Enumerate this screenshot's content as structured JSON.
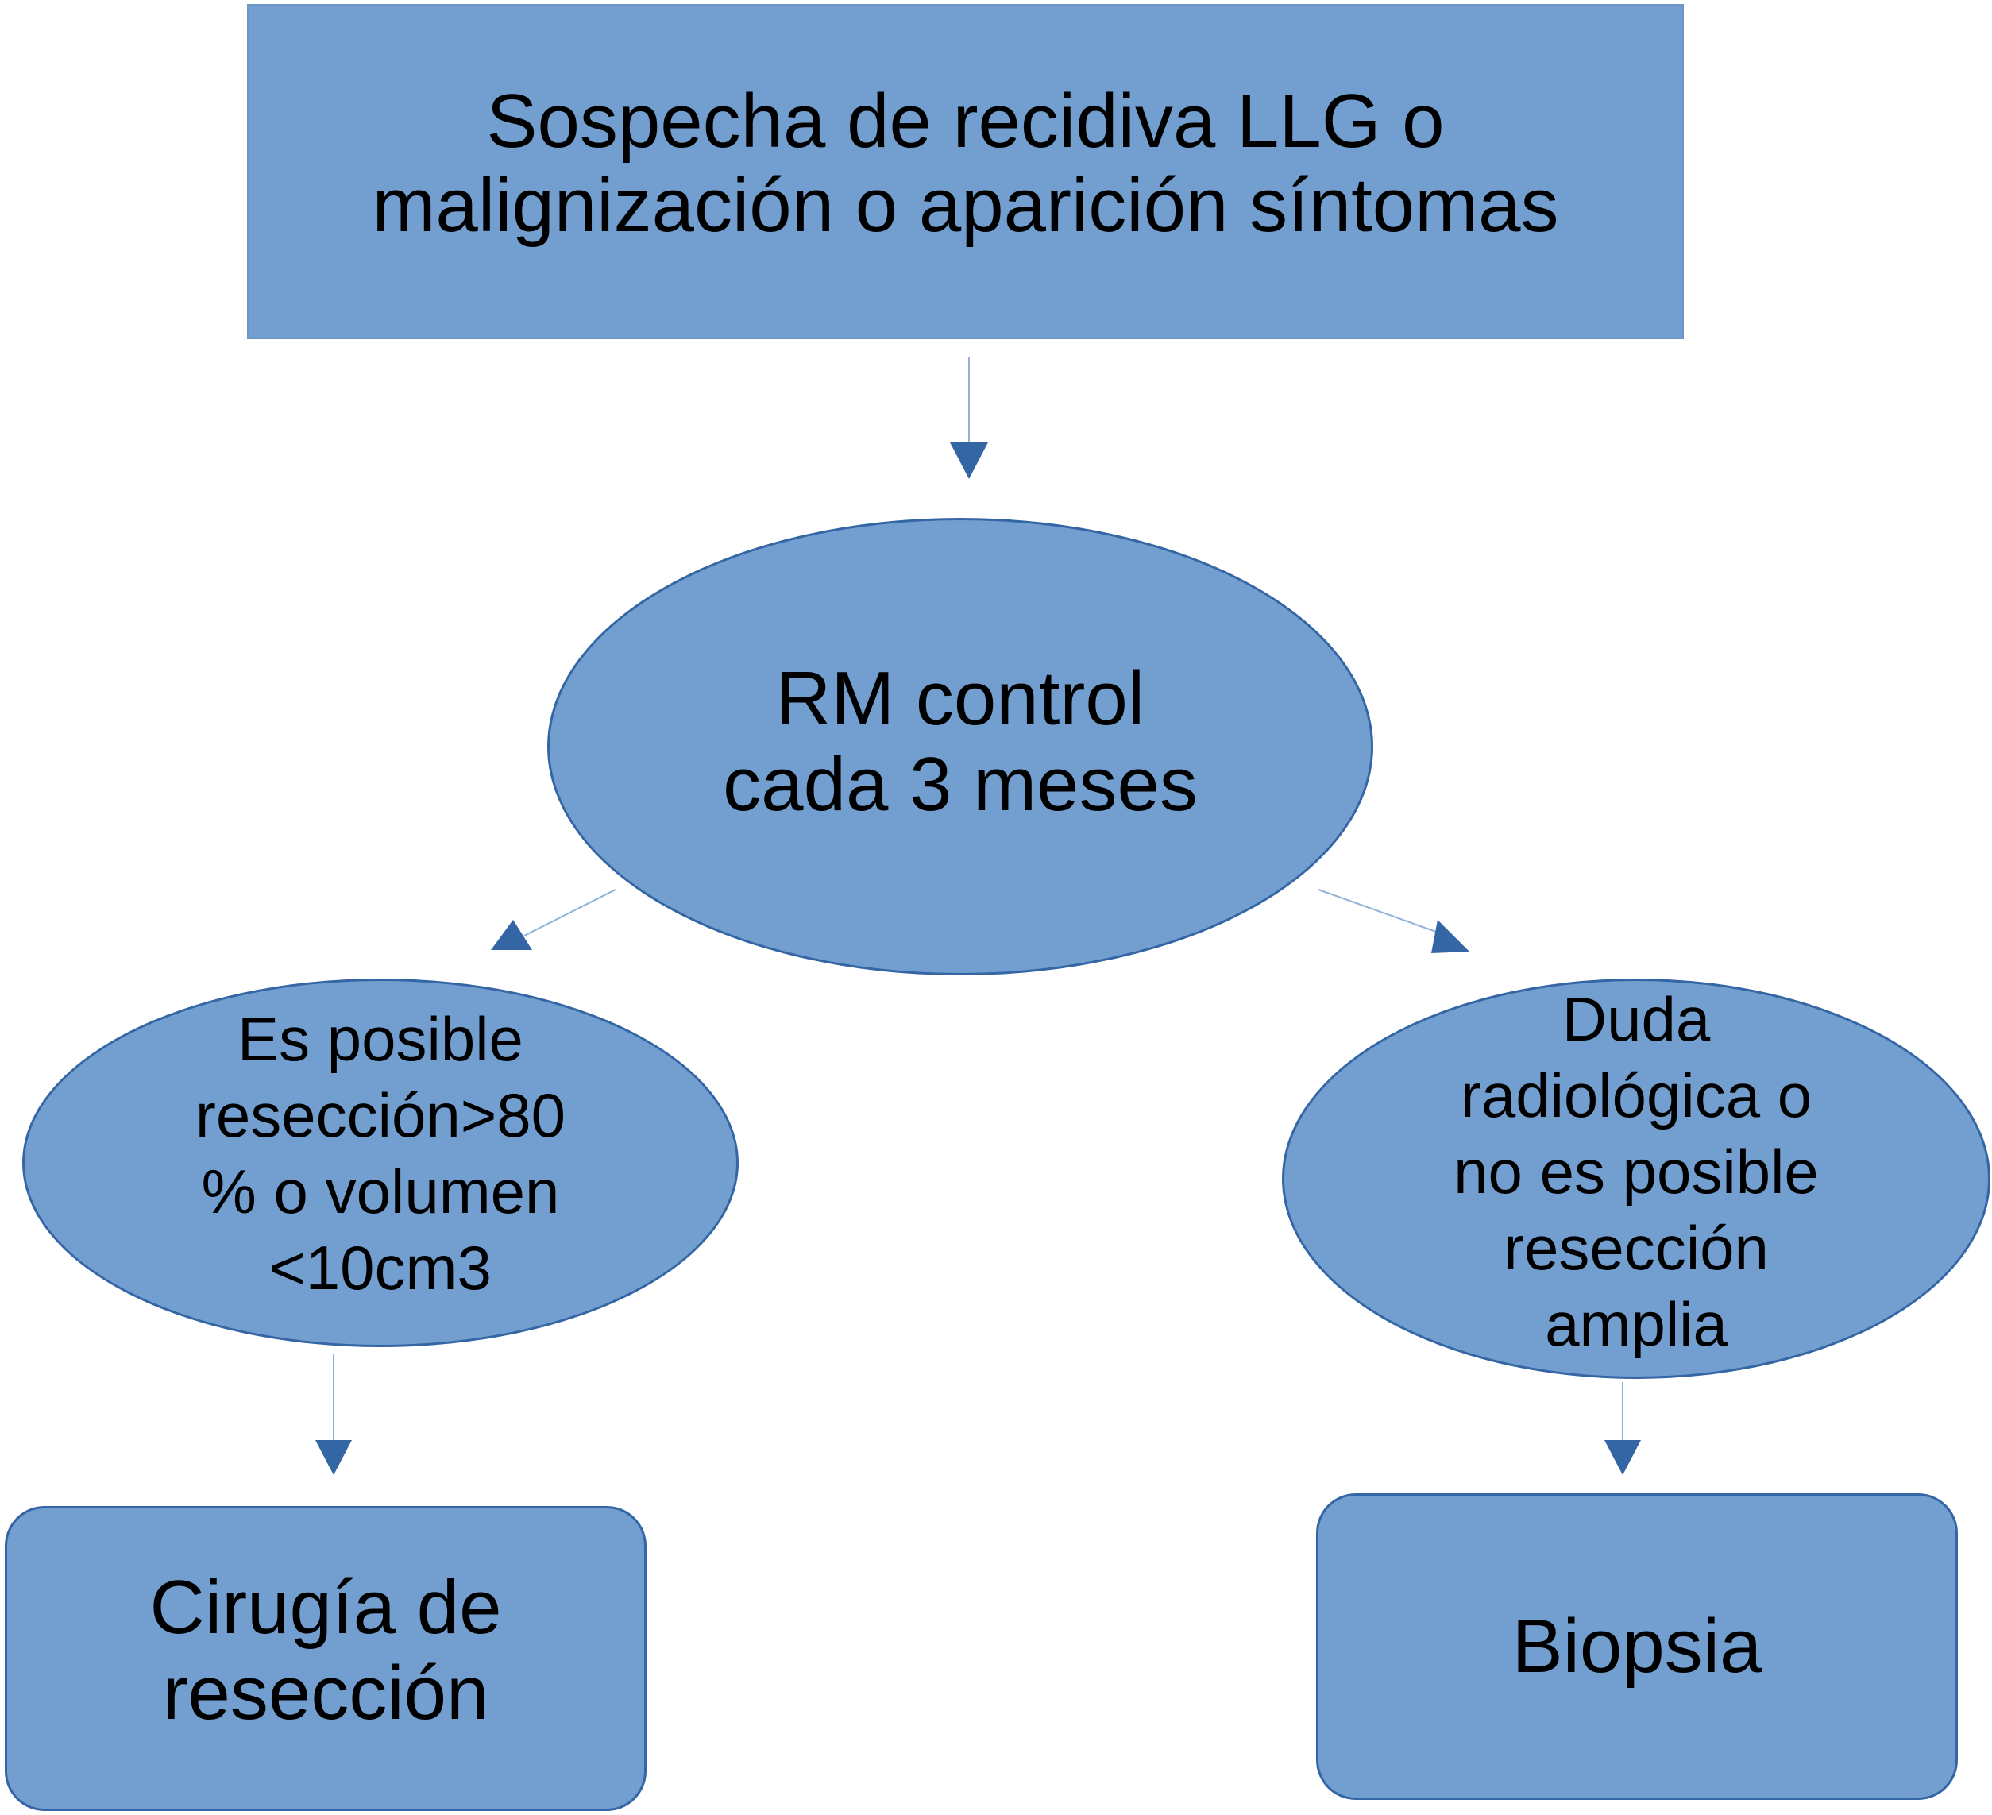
{
  "nodes": {
    "suspicion": {
      "line1": "Sospecha de recidiva LLG o",
      "line2": "malignización o aparición síntomas"
    },
    "mri_control": {
      "line1": "RM control",
      "line2": "cada 3 meses"
    },
    "resection_possible": {
      "line1": "Es posible",
      "line2": "resección>80",
      "line3": "% o volumen",
      "line4": "<10cm3"
    },
    "doubt": {
      "line1": "Duda",
      "line2": "radiológica o",
      "line3": "no es posible",
      "line4": "resección",
      "line5": "amplia"
    },
    "surgery": {
      "line1": "Cirugía de",
      "line2": "resección"
    },
    "biopsy": {
      "line1": "Biopsia"
    }
  },
  "colors": {
    "node_fill": "#729fcf",
    "node_border": "#3465a4",
    "connector_line": "#8fb1d8",
    "arrowhead": "#3465a4",
    "text": "#000000"
  }
}
